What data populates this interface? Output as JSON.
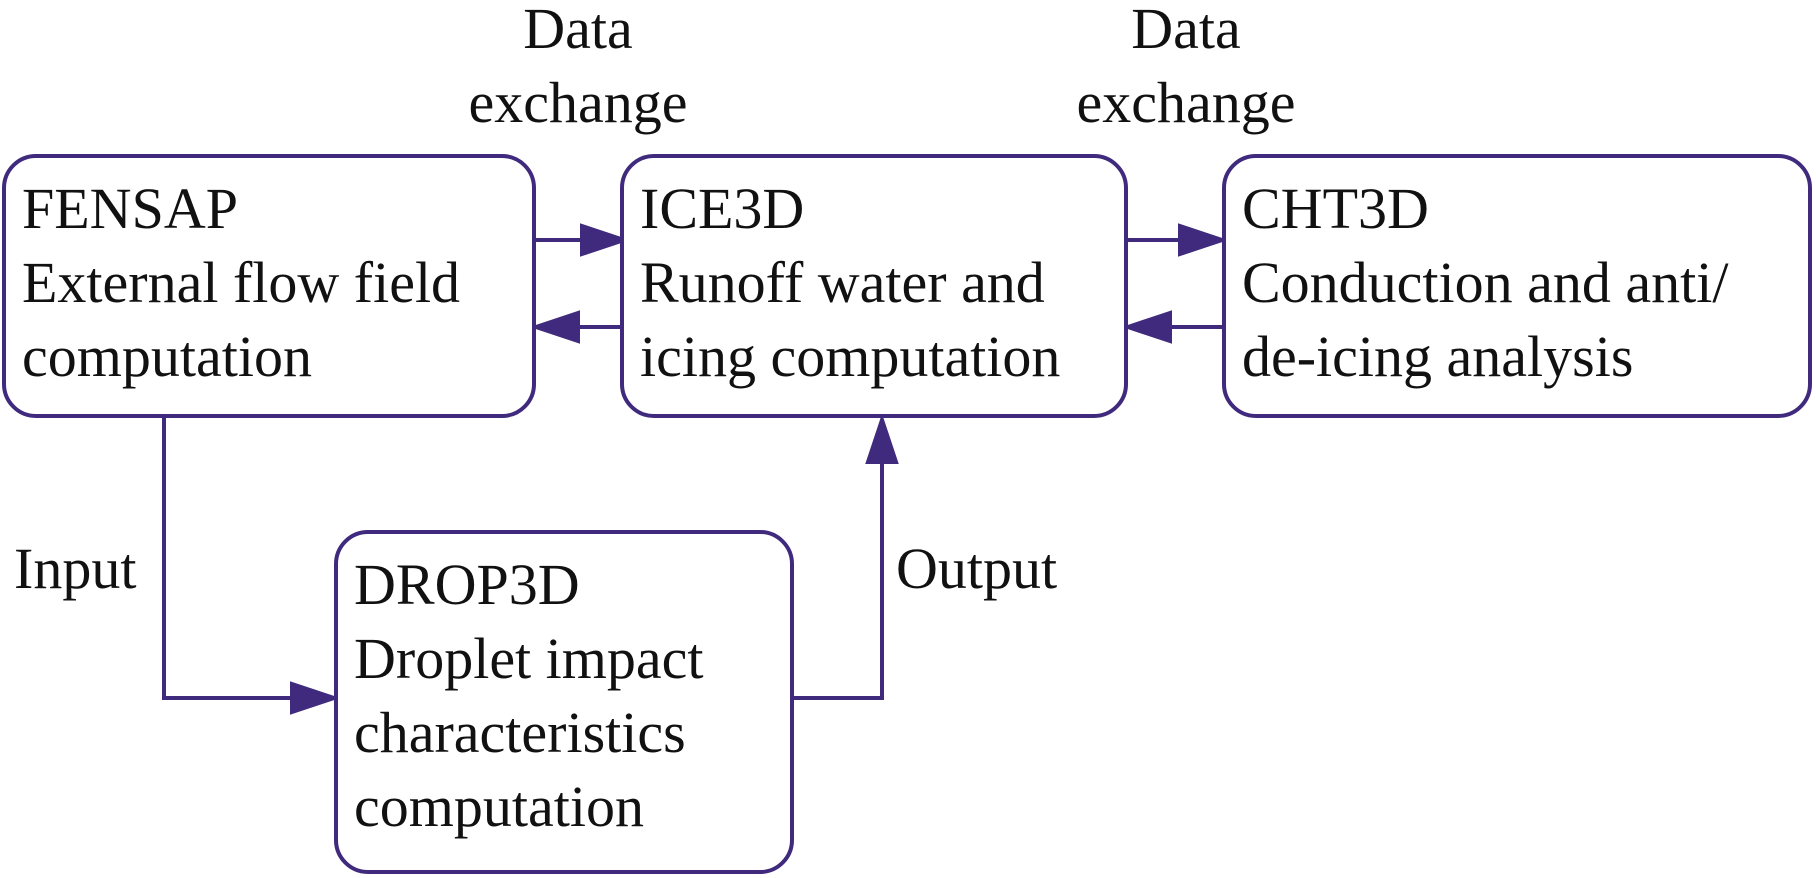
{
  "colors": {
    "stroke": "#3f2a7d",
    "text": "#111111",
    "background": "#ffffff"
  },
  "nodes": {
    "fensap": {
      "title": "FENSAP",
      "lines": [
        "External flow field",
        "computation"
      ]
    },
    "ice3d": {
      "title": "ICE3D",
      "lines": [
        "Runoff water and",
        "icing computation"
      ]
    },
    "cht3d": {
      "title": "CHT3D",
      "lines": [
        "Conduction and anti/",
        "de-icing analysis"
      ]
    },
    "drop3d": {
      "title": "DROP3D",
      "lines": [
        "Droplet impact",
        "characteristics",
        "computation"
      ]
    }
  },
  "edge_labels": {
    "exchange_left": [
      "Data",
      "exchange"
    ],
    "exchange_right": [
      "Data",
      "exchange"
    ],
    "input": "Input",
    "output": "Output"
  }
}
